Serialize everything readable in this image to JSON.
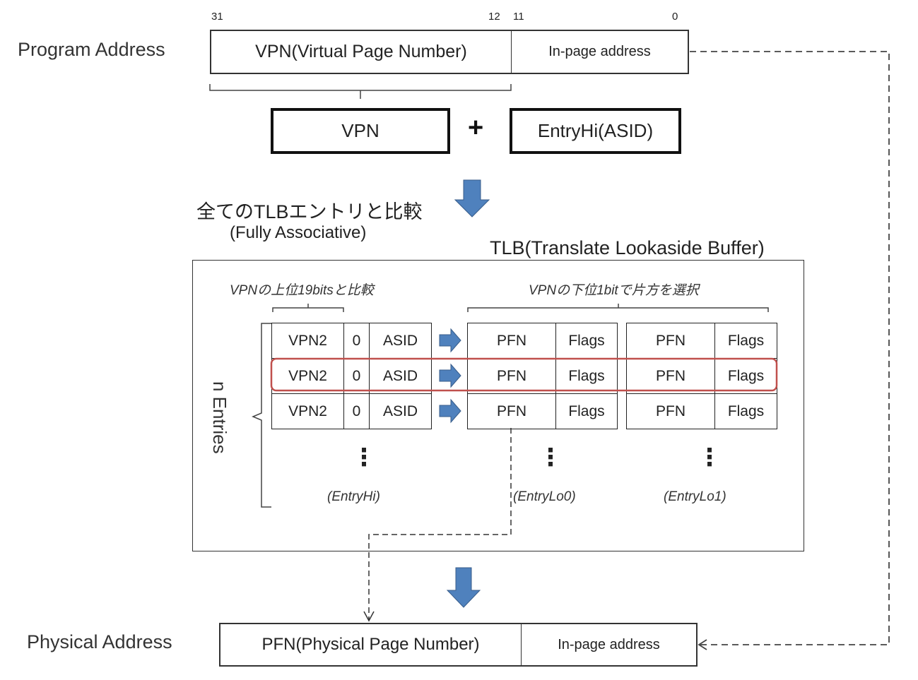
{
  "program_address": {
    "label": "Program Address",
    "bits": {
      "msb": "31",
      "vpn_low": "12",
      "offset_high": "11",
      "lsb": "0"
    },
    "vpn_field": "VPN(Virtual Page Number)",
    "offset_field": "In-page address"
  },
  "lookup_key": {
    "vpn": "VPN",
    "plus": "+",
    "asid": "EntryHi(ASID)"
  },
  "compare_note": {
    "line1": "全てのTLBエントリと比較",
    "line2": "(Fully Associative)"
  },
  "tlb": {
    "title": "TLB(Translate Lookaside Buffer)",
    "hi_note": "VPNの上位19bitsと比較",
    "lo_note": "VPNの下位1bitで片方を選択",
    "n_entries": "n Entries",
    "entries": [
      {
        "vpn2": "VPN2",
        "g": "0",
        "asid": "ASID",
        "pfn0": "PFN",
        "flags0": "Flags",
        "pfn1": "PFN",
        "flags1": "Flags",
        "highlighted": false
      },
      {
        "vpn2": "VPN2",
        "g": "0",
        "asid": "ASID",
        "pfn0": "PFN",
        "flags0": "Flags",
        "pfn1": "PFN",
        "flags1": "Flags",
        "highlighted": true
      },
      {
        "vpn2": "VPN2",
        "g": "0",
        "asid": "ASID",
        "pfn0": "PFN",
        "flags0": "Flags",
        "pfn1": "PFN",
        "flags1": "Flags",
        "highlighted": false
      }
    ],
    "ellipsis": "⋮",
    "col_labels": {
      "hi": "(EntryHi)",
      "lo0": "(EntryLo0)",
      "lo1": "(EntryLo1)"
    }
  },
  "physical_address": {
    "label": "Physical Address",
    "pfn_field": "PFN(Physical Page Number)",
    "offset_field": "In-page address"
  },
  "colors": {
    "arrow_blue": "#4f81bd",
    "highlight_red": "#c0504d"
  }
}
